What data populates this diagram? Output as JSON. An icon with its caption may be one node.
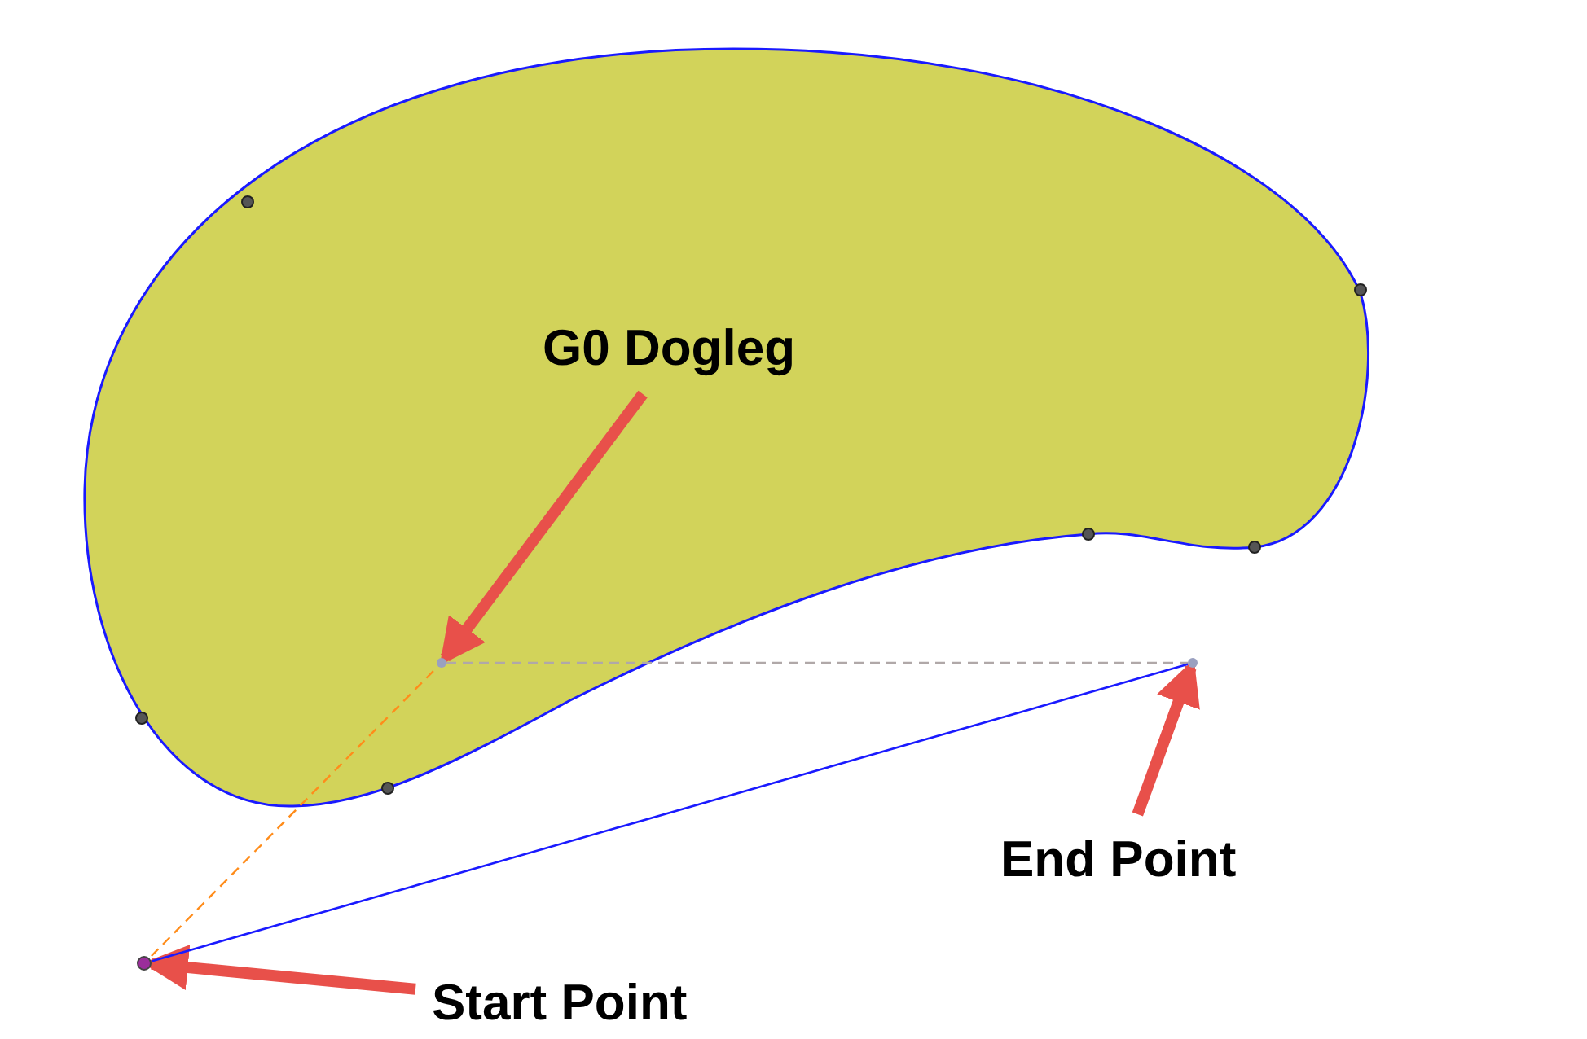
{
  "diagram": {
    "nodes": [
      {
        "text": [
          "G0 Dogleg"
        ]
      },
      {
        "text": [],
        "shape": "point"
      },
      {
        "text": [],
        "shape": "point"
      },
      {
        "text": [
          "End Point"
        ]
      },
      {
        "text": [],
        "shape": "circle"
      },
      {
        "text": [
          "Start Point"
        ]
      }
    ],
    "edges": [
      {
        "from": 0,
        "to": 1,
        "arrow": "to",
        "style": "thick",
        "color": "#e8504a"
      },
      {
        "from": 3,
        "to": 2,
        "arrow": "to",
        "style": "thick",
        "color": "#e8504a"
      },
      {
        "from": 5,
        "to": 4,
        "arrow": "to",
        "style": "thick",
        "color": "#e8504a"
      },
      {
        "from": 4,
        "to": 1,
        "arrow": "none",
        "style": "dashed",
        "color": "#ff8c1a"
      },
      {
        "from": 1,
        "to": 2,
        "arrow": "none",
        "style": "dashed",
        "color": "#b0a8a8"
      },
      {
        "from": 4,
        "to": 2,
        "arrow": "none",
        "color": "#1a1aff"
      }
    ]
  }
}
